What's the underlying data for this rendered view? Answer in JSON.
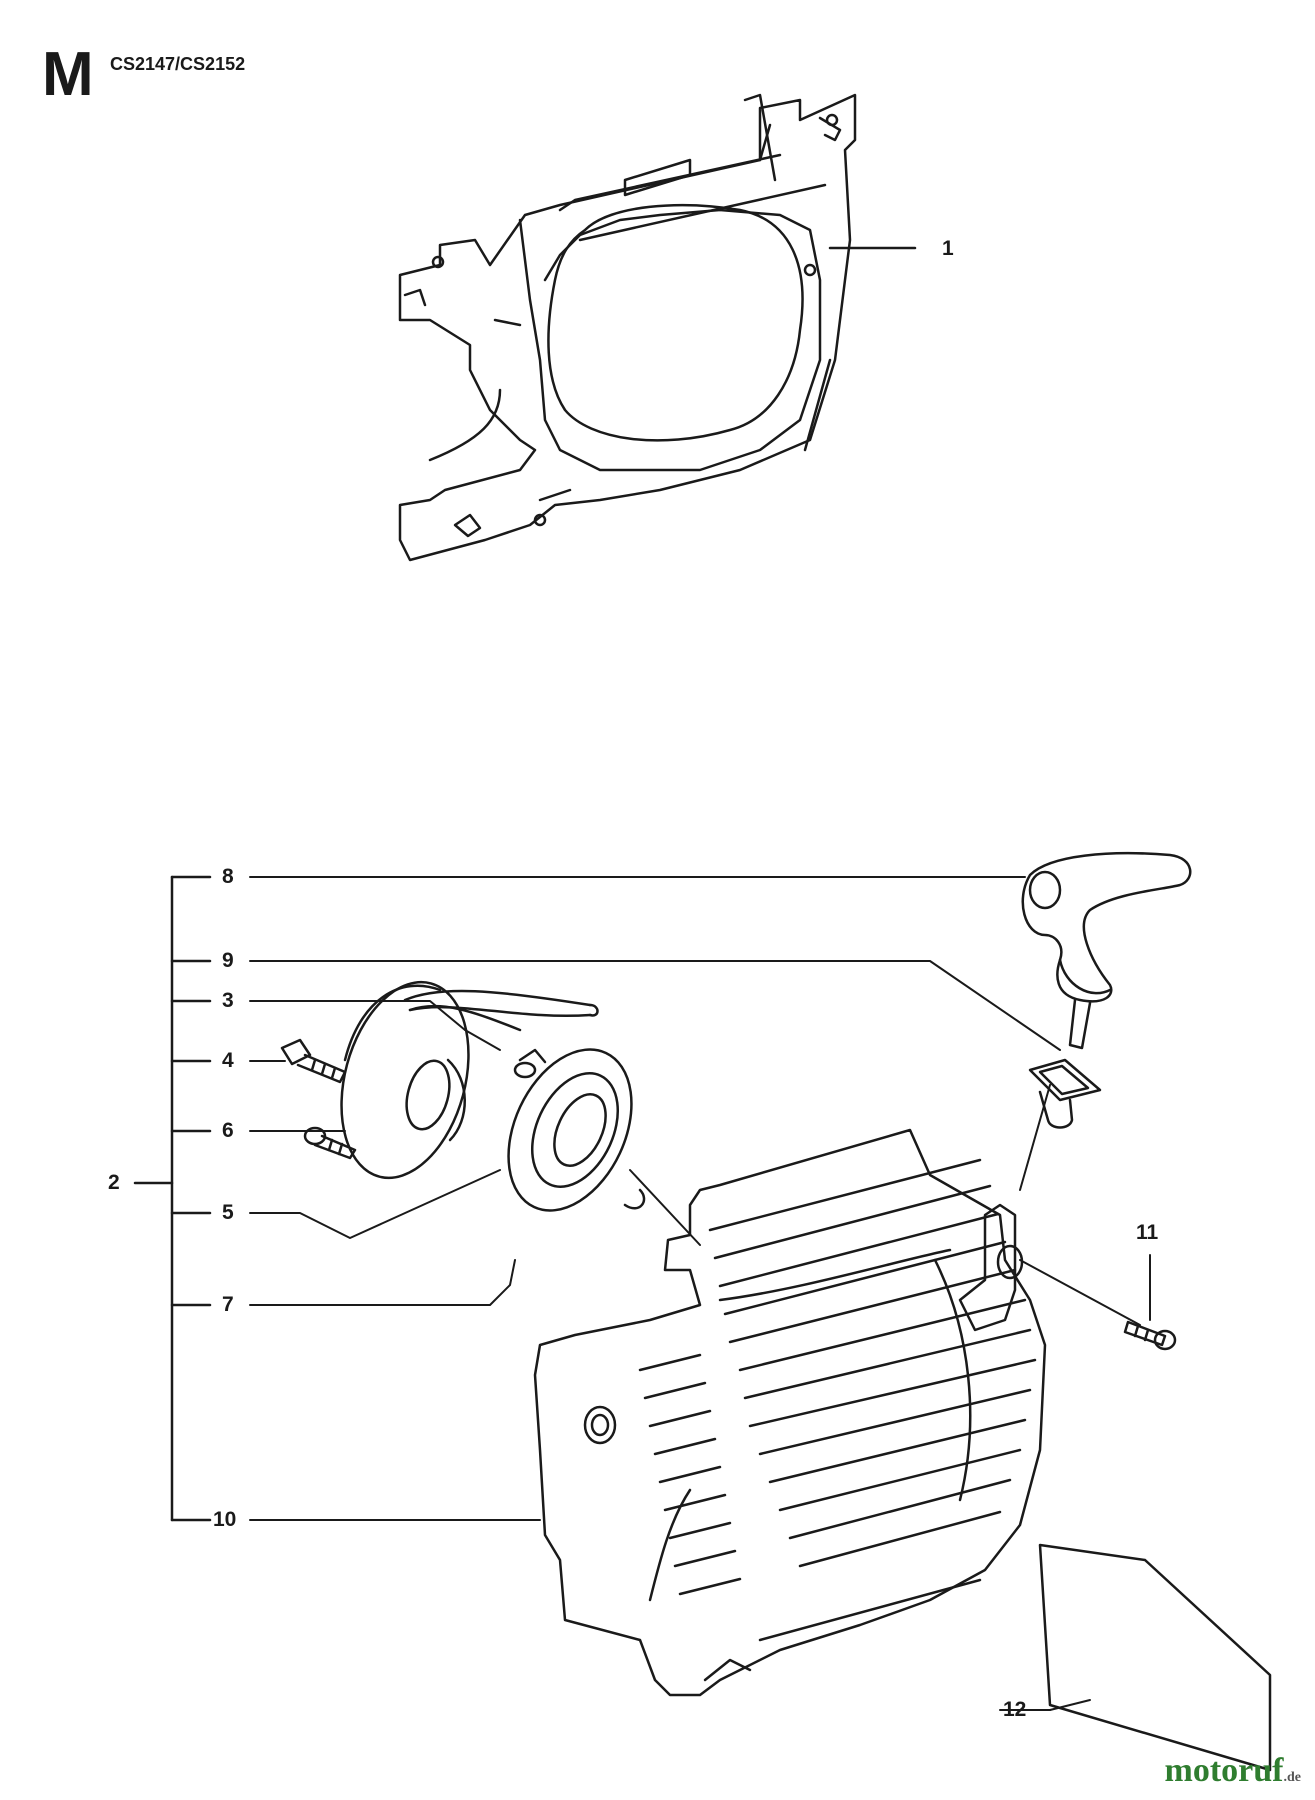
{
  "header": {
    "section_letter": "M",
    "model": "CS2147/CS2152"
  },
  "callouts": [
    {
      "id": "c1",
      "label": "1"
    },
    {
      "id": "c8",
      "label": "8"
    },
    {
      "id": "c9",
      "label": "9"
    },
    {
      "id": "c3",
      "label": "3"
    },
    {
      "id": "c4",
      "label": "4"
    },
    {
      "id": "c6",
      "label": "6"
    },
    {
      "id": "c2",
      "label": "2"
    },
    {
      "id": "c5",
      "label": "5"
    },
    {
      "id": "c7",
      "label": "7"
    },
    {
      "id": "c11",
      "label": "11"
    },
    {
      "id": "c10",
      "label": "10"
    },
    {
      "id": "c12",
      "label": "12"
    }
  ],
  "watermark": {
    "text": "motoruf",
    "suffix": ".de"
  },
  "colors": {
    "ink": "#1a1a1a",
    "watermark": "#2f7d2f"
  }
}
